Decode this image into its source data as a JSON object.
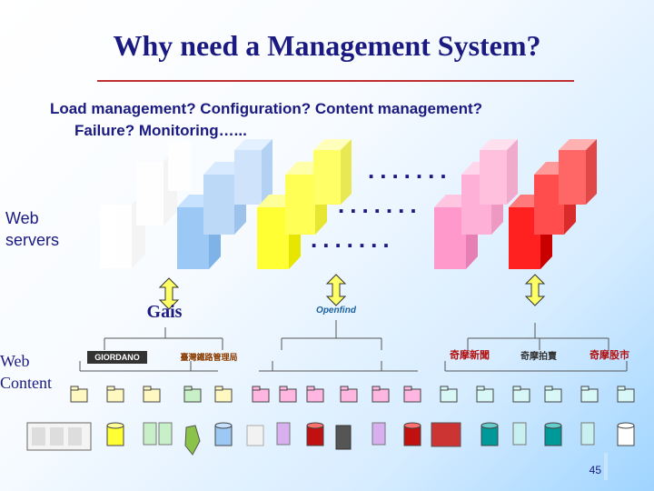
{
  "title": "Why need a Management System?",
  "questions": {
    "line1": "Load management? Configuration?  Content management?",
    "line2": "Failure? Monitoring…..."
  },
  "labels": {
    "web_servers_1": "Web",
    "web_servers_2": "servers",
    "web_content_1": "Web",
    "web_content_2": "Content"
  },
  "dots": {
    "row1": ".......",
    "row2": ".......",
    "row3": "......."
  },
  "logos": {
    "gais": "Gais",
    "openfind": "Openfind",
    "giordano": "GIORDANO",
    "railway": "臺灣鐵路管理局",
    "news": "奇摩新聞",
    "ticket": "奇摩拍賣",
    "stock": "奇摩股市"
  },
  "page_number": "45",
  "colors": {
    "title": "#1a1a80",
    "rule": "#c03030",
    "blue_server": "#9cc8f5",
    "yellow_server": "#ffff33",
    "pink_server": "#ff99cc",
    "red_server": "#ff2020",
    "connector": "#ffff66"
  }
}
